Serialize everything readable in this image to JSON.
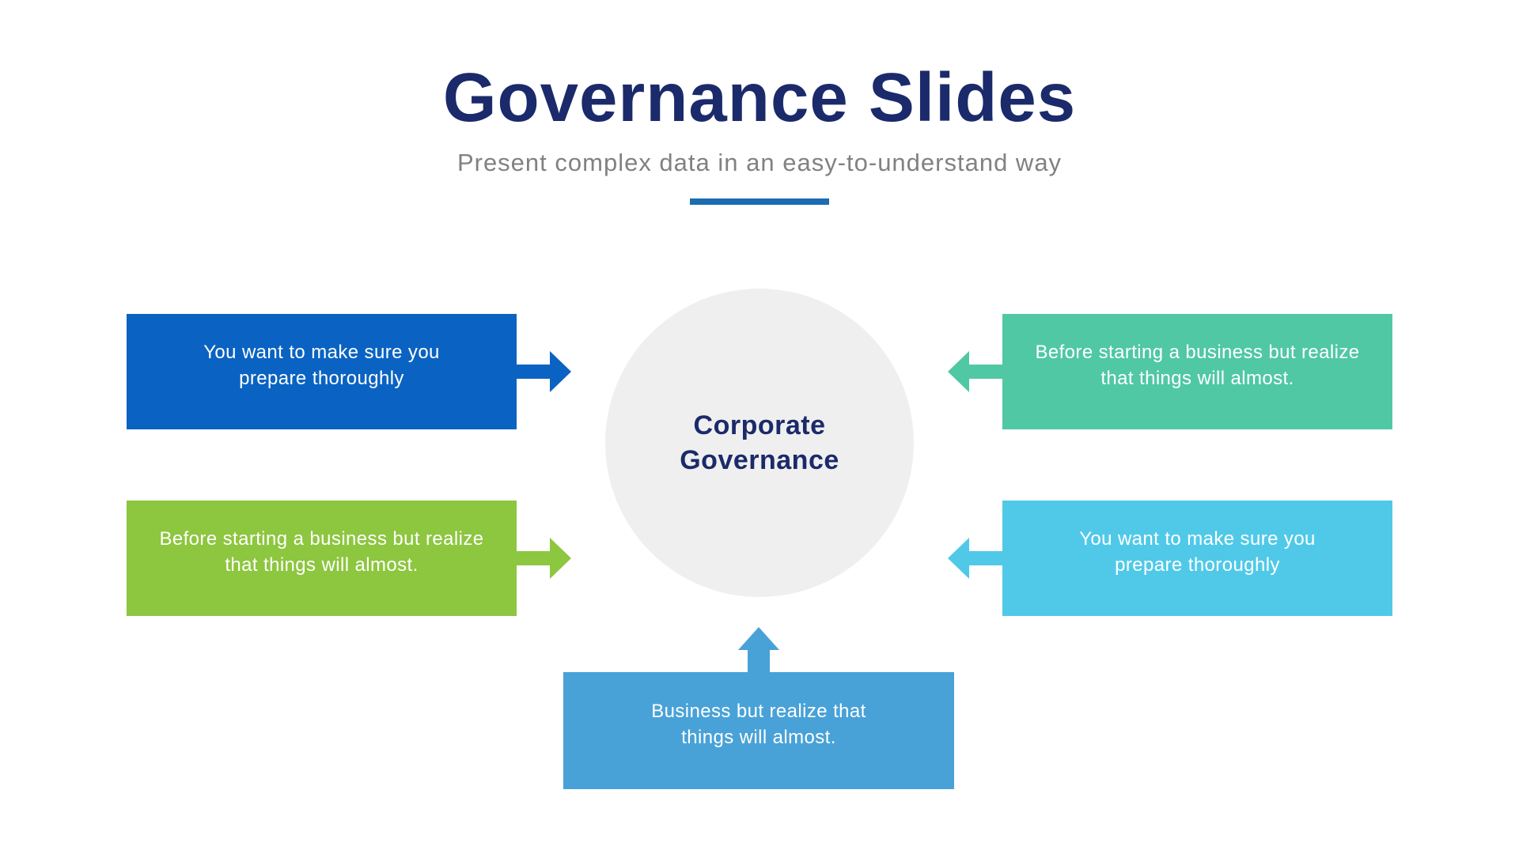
{
  "slide": {
    "title": "Governance Slides",
    "subtitle": "Present complex data in an easy-to-understand way"
  },
  "center_circle": {
    "line1": "Corporate",
    "line2": "Governance"
  },
  "boxes": {
    "top_left": {
      "line1": "You want to make sure you",
      "line2": "prepare thoroughly",
      "color": "#0A63C2",
      "arrow_direction": "right"
    },
    "bottom_left": {
      "line1": "Before starting a business but realize",
      "line2": "that things will almost.",
      "color": "#8DC63F",
      "arrow_direction": "right"
    },
    "top_right": {
      "line1": "Before starting a business but realize",
      "line2": "that things will almost.",
      "color": "#50C8A3",
      "arrow_direction": "left"
    },
    "bottom_right": {
      "line1": "You want to make sure you",
      "line2": "prepare thoroughly",
      "color": "#50C9E8",
      "arrow_direction": "left"
    },
    "bottom_center": {
      "line1": "Business but realize that",
      "line2": "things will almost.",
      "color": "#48A2D7",
      "arrow_direction": "up"
    }
  },
  "colors": {
    "title_navy": "#1B2A6A",
    "subtitle_gray": "#818181",
    "divider_blue": "#1B6CB0",
    "circle_gray": "#EFEFEF",
    "background": "#FFFFFF",
    "box_text": "#FFFFFF"
  }
}
